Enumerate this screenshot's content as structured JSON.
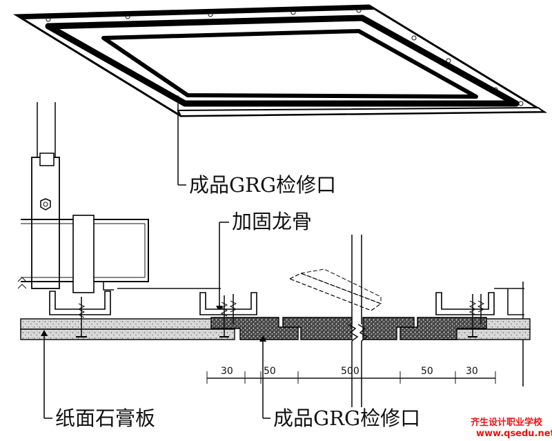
{
  "labels": {
    "top_callout": "成品GRG检修口",
    "reinforce_callout": "加固龙骨",
    "gypsum_callout": "纸面石膏板",
    "bottom_callout": "成品GRG检修口"
  },
  "dimensions": [
    "30",
    "50",
    "500",
    "50",
    "30"
  ],
  "watermark": {
    "line1": "齐生设计职业学校",
    "line2": "www.qsedu.net"
  },
  "colors": {
    "ink": "#111111",
    "watermark": "#e11111"
  }
}
